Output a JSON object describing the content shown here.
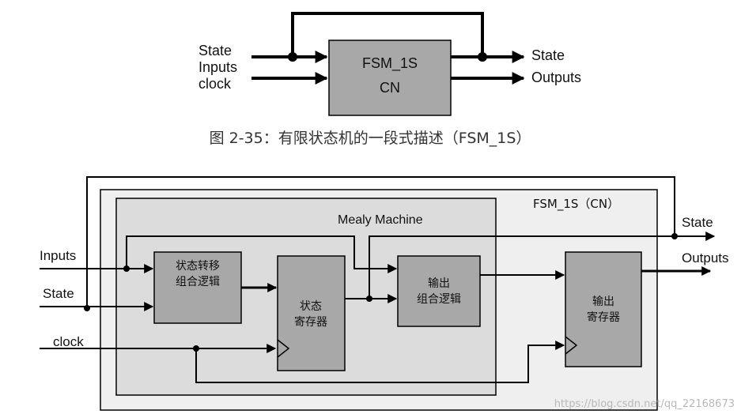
{
  "top": {
    "block_line1": "FSM_1S",
    "block_line2": "CN",
    "in_state": "State",
    "in_inputs": "Inputs",
    "in_clock": "clock",
    "out_state": "State",
    "out_outputs": "Outputs",
    "caption": "图 2-35：有限状态机的一段式描述（FSM_1S）"
  },
  "bottom": {
    "outer_label": "FSM_1S（CN）",
    "mealy_label": "Mealy Machine",
    "in_inputs": "Inputs",
    "in_state": "State",
    "in_clock": "clock",
    "out_state": "State",
    "out_outputs": "Outputs",
    "b1_line1": "状态转移",
    "b1_line2": "组合逻辑",
    "b2_line1": "状态",
    "b2_line2": "寄存器",
    "b3_line1": "输出",
    "b3_line2": "组合逻辑",
    "b4_line1": "输出",
    "b4_line2": "寄存器"
  },
  "watermark": "https://blog.csdn.net/qq_22168673",
  "colors": {
    "block_fill": "#a8a8a8",
    "outer_fill": "#efefef",
    "mealy_fill": "#dcdcdc",
    "line": "#000000"
  }
}
